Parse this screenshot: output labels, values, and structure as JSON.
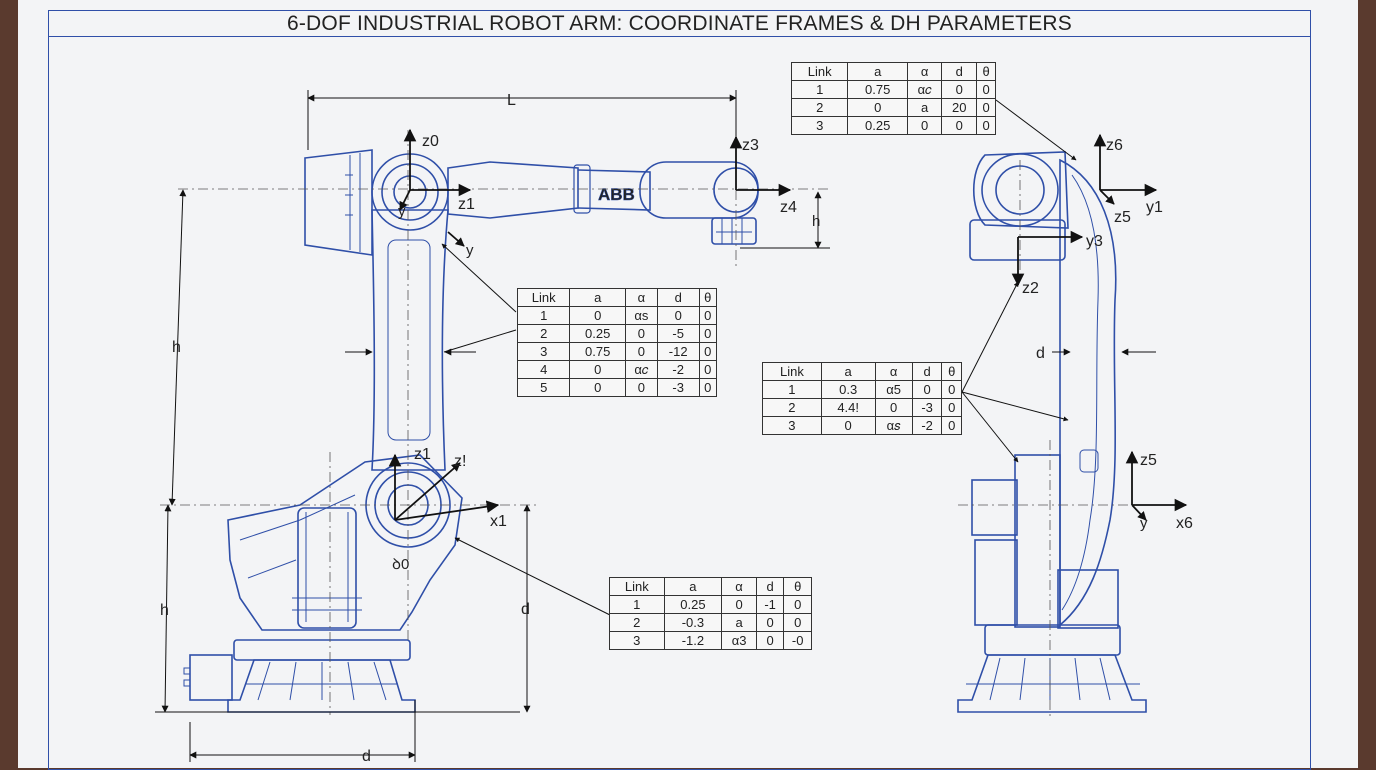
{
  "title": "6-DOF INDUSTRIAL ROBOT ARM: COORDINATE FRAMES & DH PARAMETERS",
  "colors": {
    "linework": "#2f4fa8",
    "ink": "#222222",
    "paper": "#f3f4f6",
    "backdrop": "#5a3a2e"
  },
  "brand_mark": "ABB",
  "dimensions": {
    "length": "L",
    "height_upper": "h",
    "height_lower": "h",
    "height_tool": "h",
    "depth_base": "d",
    "depth_column": "d",
    "depth_side": "d"
  },
  "frame_labels": {
    "z0": "z0",
    "z1_top": "z1",
    "y_shoulder": "y",
    "y_elbow": "y",
    "z3": "z3",
    "z4": "z4",
    "z1_base": "z1",
    "zi_base": "z!",
    "x1": "x1",
    "ao": "ꝺ0",
    "z6": "z6",
    "z5_upper": "z5",
    "y1": "y1",
    "y3": "y3",
    "z2": "z2",
    "z5_lower": "z5",
    "y_lower": "y",
    "x6": "x6"
  },
  "tables": {
    "top_right": {
      "headers": [
        "Link",
        "a",
        "α",
        "d",
        "θ"
      ],
      "rows": [
        [
          "1",
          "0.75",
          "α𝑐",
          "0",
          "0"
        ],
        [
          "2",
          "0",
          "a",
          "20",
          "0"
        ],
        [
          "3",
          "0.25",
          "0",
          "0",
          "0"
        ]
      ]
    },
    "middle": {
      "headers": [
        "Link",
        "a",
        "α",
        "d",
        "θ"
      ],
      "rows": [
        [
          "1",
          "0",
          "αs",
          "0",
          "0"
        ],
        [
          "2",
          "0.25",
          "0",
          "-5",
          "0"
        ],
        [
          "3",
          "0.75",
          "0",
          "-12",
          "0"
        ],
        [
          "4",
          "0",
          "α𝑐",
          "-2",
          "0"
        ],
        [
          "5",
          "0",
          "0",
          "-3",
          "0"
        ]
      ]
    },
    "right": {
      "headers": [
        "Link",
        "a",
        "α",
        "d",
        "θ"
      ],
      "rows": [
        [
          "1",
          "0.3",
          "α5",
          "0",
          "0"
        ],
        [
          "2",
          "4.4!",
          "0",
          "-3",
          "0"
        ],
        [
          "3",
          "0",
          "α𝑠",
          "-2",
          "0"
        ]
      ]
    },
    "bottom": {
      "headers": [
        "Link",
        "a",
        "α",
        "d",
        "θ"
      ],
      "rows": [
        [
          "1",
          "0.25",
          "0",
          "-1",
          "0"
        ],
        [
          "2",
          "-0.3",
          "a",
          "0",
          "0"
        ],
        [
          "3",
          "-1.2",
          "α3",
          "0",
          "-0"
        ]
      ]
    }
  }
}
